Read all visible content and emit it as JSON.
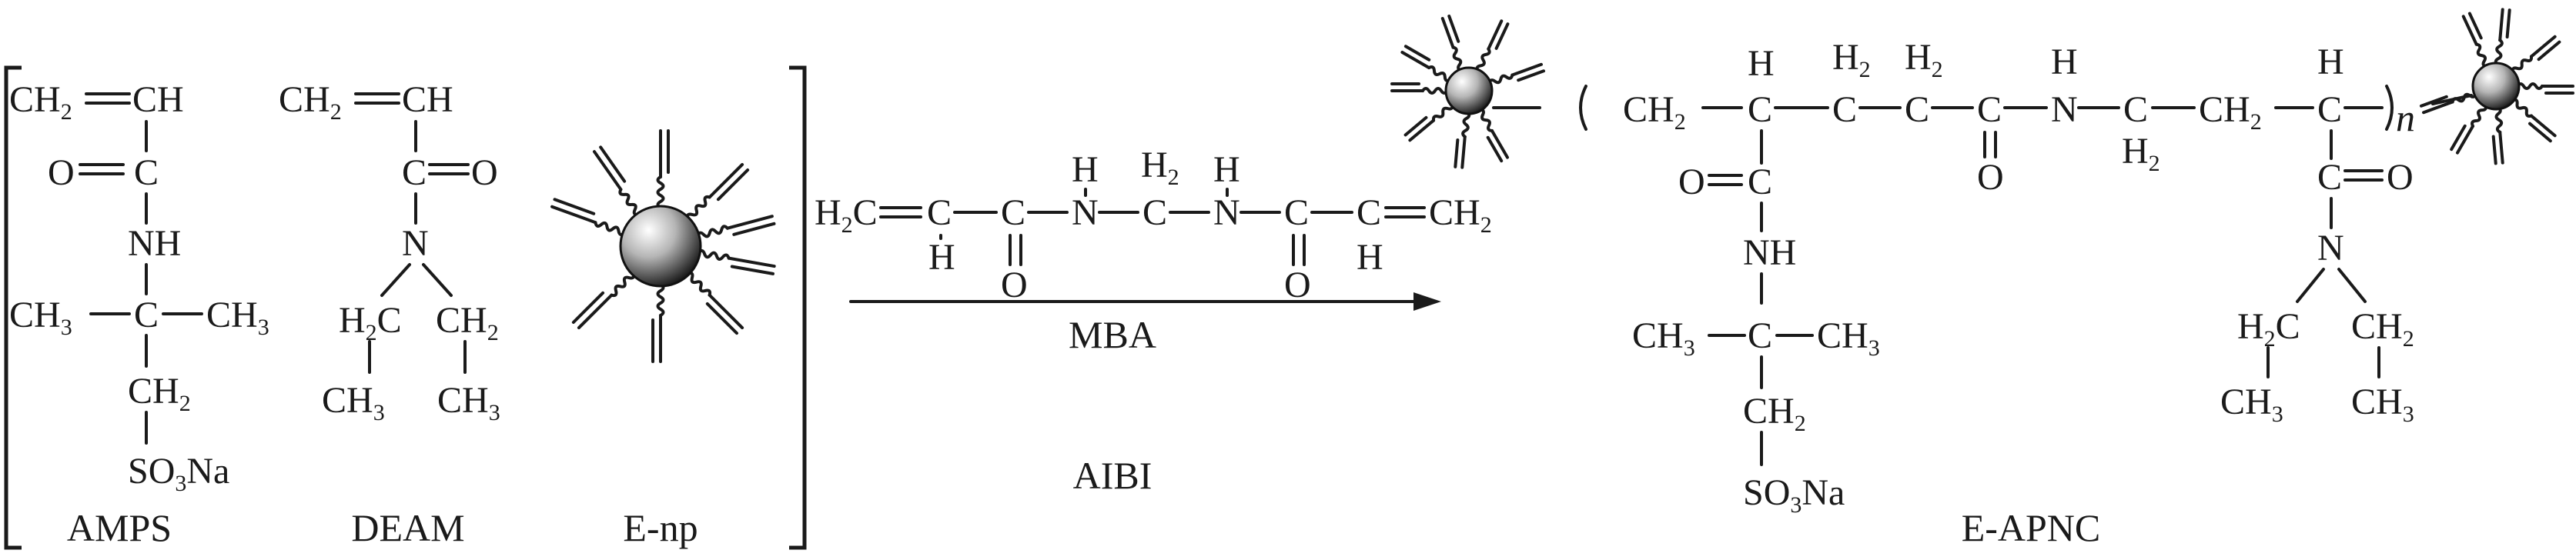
{
  "labels": {
    "amps": "AMPS",
    "deam": "DEAM",
    "enp": "E-np",
    "mba": "MBA",
    "aibi": "AIBI",
    "product": "E-APNC"
  },
  "atoms": {
    "CH2": "CH2",
    "CH": "CH",
    "CH3": "CH3",
    "C": "C",
    "O": "O",
    "N": "N",
    "NH": "NH",
    "H": "H",
    "H2": "H2",
    "H2C": "H2C",
    "SO3Na": "SO3Na",
    "n": "n"
  }
}
